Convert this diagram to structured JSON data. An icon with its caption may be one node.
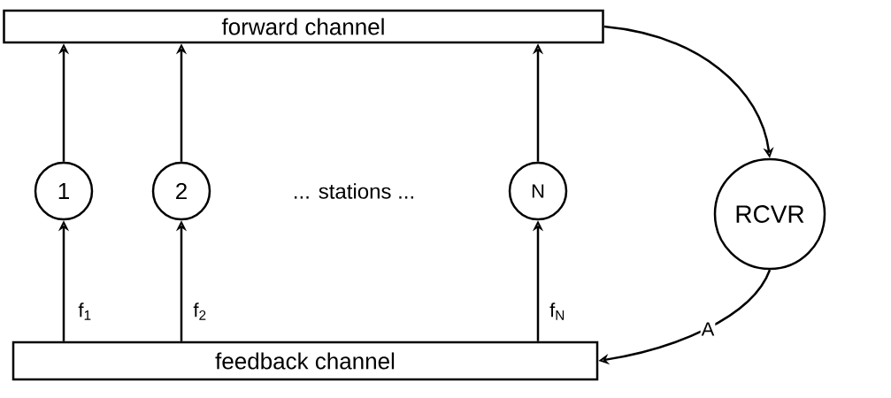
{
  "diagram": {
    "nodes": [
      {
        "text": [
          "forward channel"
        ]
      },
      {
        "text": [
          "1"
        ]
      },
      {
        "text": [
          "2"
        ]
      },
      {
        "text": [
          "N"
        ]
      },
      {
        "text": [
          "RCVR"
        ]
      },
      {
        "text": [
          "feedback channel"
        ]
      }
    ],
    "edges": [
      {
        "from": 1,
        "to": 0,
        "arrow": "to"
      },
      {
        "from": 2,
        "to": 0,
        "arrow": "to"
      },
      {
        "from": 3,
        "to": 0,
        "arrow": "to"
      },
      {
        "from": 5,
        "to": 1,
        "arrow": "to",
        "label": "f$_{1}$"
      },
      {
        "from": 5,
        "to": 2,
        "arrow": "to",
        "label": "f$_{2}$"
      },
      {
        "from": 5,
        "to": 3,
        "arrow": "to",
        "label": "f$_{N}$"
      },
      {
        "from": 0,
        "to": 4,
        "arrow": "to"
      },
      {
        "from": 4,
        "to": 5,
        "arrow": "to",
        "label": "A"
      }
    ],
    "labels": [
      "... stations ..."
    ]
  }
}
